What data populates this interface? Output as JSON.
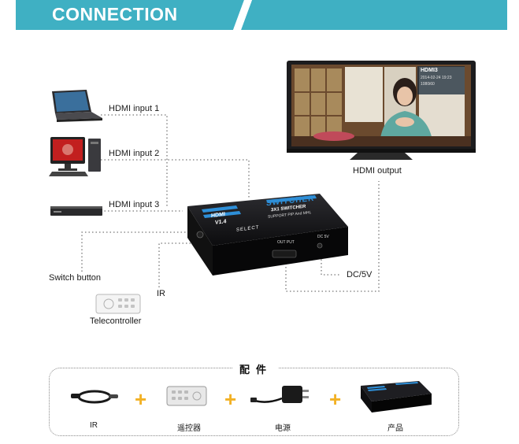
{
  "header": {
    "title": "CONNECTION",
    "colors": {
      "banner": "#3fb0c3",
      "accent": "#ffffff"
    }
  },
  "diagram": {
    "inputs": [
      "HDMI input 1",
      "HDMI input 2",
      "HDMI input 3"
    ],
    "output_label": "HDMI output",
    "tv_overlay": {
      "channel": "HDMI3",
      "line1": "2014-02-24 19:23",
      "line2": "1080i60"
    },
    "switch_button": "Switch button",
    "ir": "IR",
    "remote": "Telecontroller",
    "dc": "DC/5V",
    "device": {
      "brand_line1": "HDMI",
      "brand_line2": "V1.4",
      "product": "SWITCHER",
      "subtitle": "3X1 SWITCHER",
      "subtitle2": "SUPPORT PIP And MHL",
      "select": "SELECT",
      "port_out": "OUT PUT",
      "port_dc": "DC 5V"
    }
  },
  "accessories": {
    "title": "配件",
    "items": [
      "IR",
      "遥控器",
      "电源",
      "产品"
    ]
  }
}
